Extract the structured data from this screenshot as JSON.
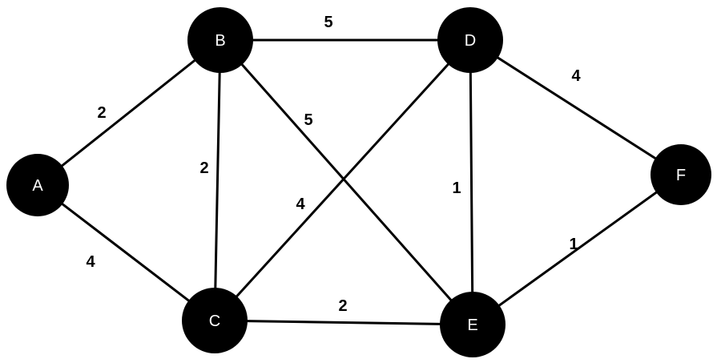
{
  "graph": {
    "colors": {
      "node": "#000000",
      "node_label": "#ffffff",
      "edge": "#000000",
      "weight": "#000000"
    },
    "nodes": [
      {
        "id": "A",
        "label": "A"
      },
      {
        "id": "B",
        "label": "B"
      },
      {
        "id": "C",
        "label": "C"
      },
      {
        "id": "D",
        "label": "D"
      },
      {
        "id": "E",
        "label": "E"
      },
      {
        "id": "F",
        "label": "F"
      }
    ],
    "edges": [
      {
        "from": "A",
        "to": "B",
        "weight": "2"
      },
      {
        "from": "A",
        "to": "C",
        "weight": "4"
      },
      {
        "from": "B",
        "to": "C",
        "weight": "2"
      },
      {
        "from": "B",
        "to": "D",
        "weight": "5"
      },
      {
        "from": "B",
        "to": "E",
        "weight": "5"
      },
      {
        "from": "C",
        "to": "D",
        "weight": "4"
      },
      {
        "from": "C",
        "to": "E",
        "weight": "2"
      },
      {
        "from": "D",
        "to": "E",
        "weight": "1"
      },
      {
        "from": "D",
        "to": "F",
        "weight": "4"
      },
      {
        "from": "E",
        "to": "F",
        "weight": "1"
      }
    ]
  }
}
